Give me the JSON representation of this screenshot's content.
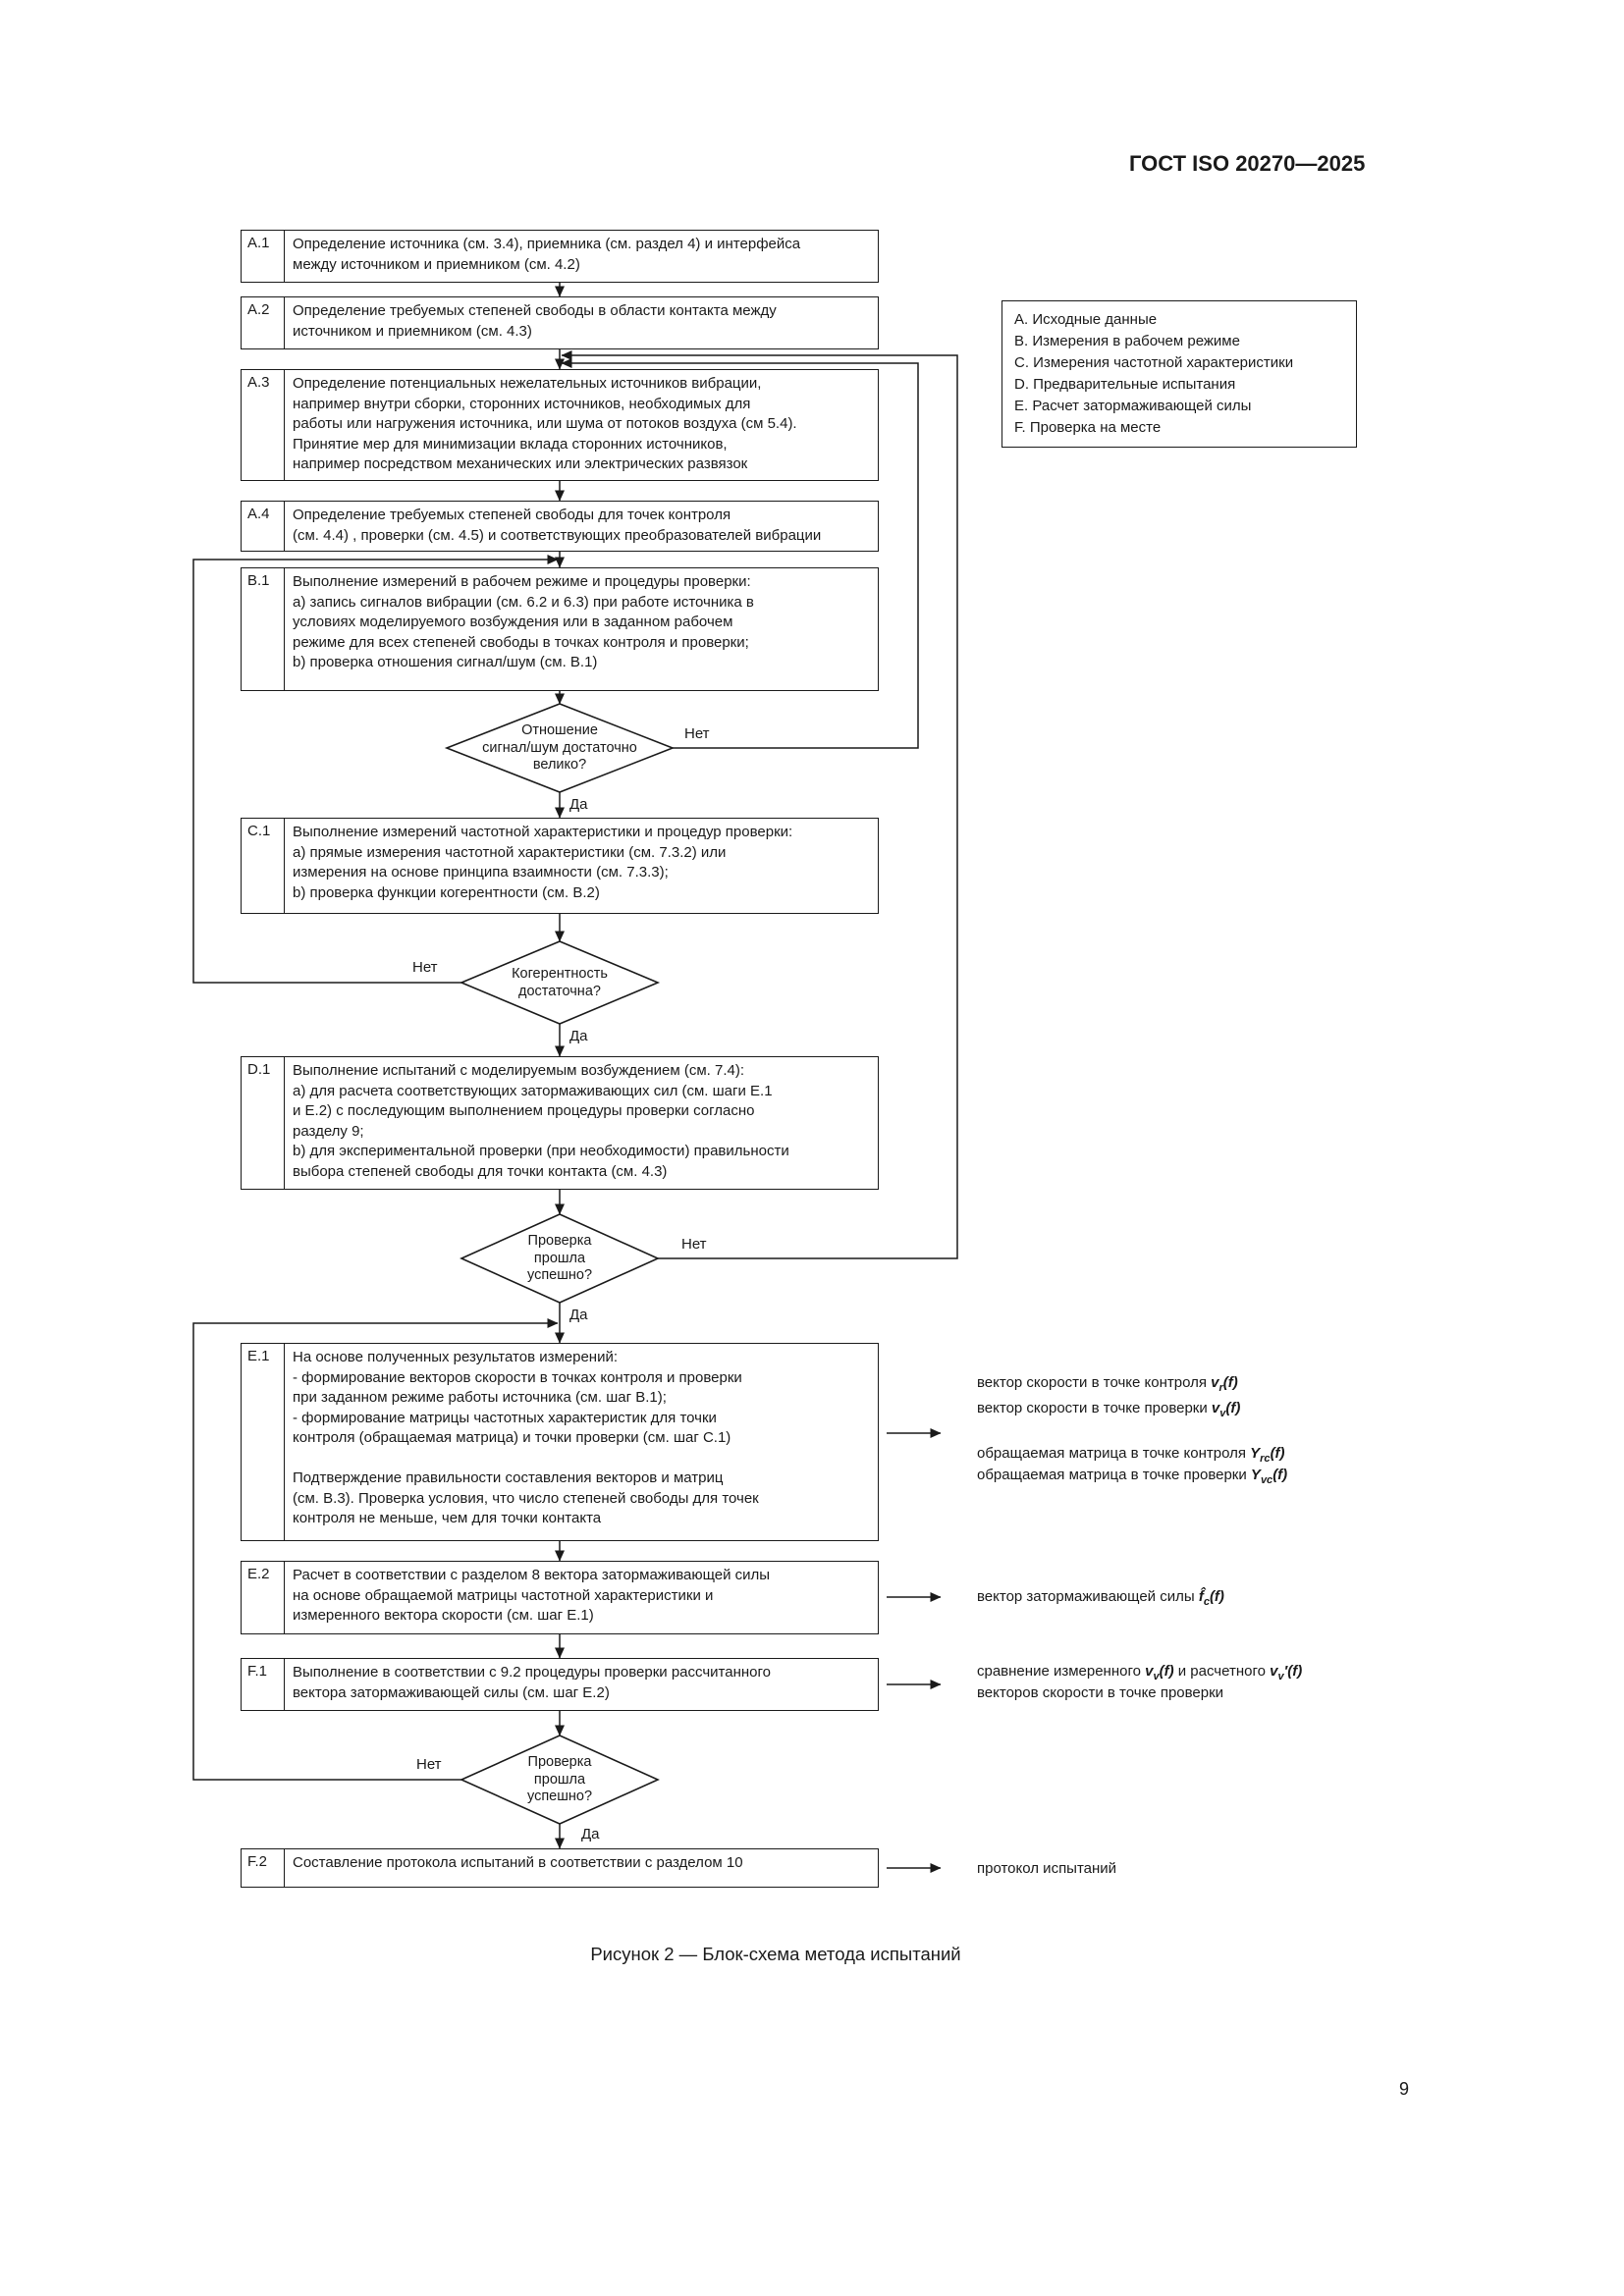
{
  "page": {
    "header": "ГОСТ ISO 20270—2025",
    "caption": "Рисунок 2 — Блок-схема метода испытаний",
    "number": "9"
  },
  "flow": {
    "a1": {
      "id": "A.1",
      "text": "Определение источника (см. 3.4), приемника (см. раздел 4) и интерфейса\nмежду источником и приемником (см. 4.2)"
    },
    "a2": {
      "id": "A.2",
      "text": "Определение требуемых степеней свободы в области контакта между\nисточником и приемником (см. 4.3)"
    },
    "a3": {
      "id": "A.3",
      "text": "Определение потенциальных нежелательных источников вибрации,\nнапример внутри сборки, сторонних источников, необходимых для\nработы или нагружения источника, или шума от потоков воздуха (см 5.4).\nПринятие мер для минимизации вклада сторонних источников,\nнапример посредством механических или электрических развязок"
    },
    "a4": {
      "id": "A.4",
      "text": "Определение требуемых степеней свободы для точек контроля\n(см. 4.4) , проверки (см. 4.5) и соответствующих преобразователей вибрации"
    },
    "b1": {
      "id": "B.1",
      "text": "Выполнение измерений в рабочем режиме и процедуры проверки:\na) запись сигналов вибрации (см. 6.2 и 6.3) при работе источника в\nусловиях моделируемого возбуждения или в заданном рабочем\nрежиме для всех степеней свободы в точках контроля и проверки;\nb) проверка отношения сигнал/шум (см. В.1)"
    },
    "c1": {
      "id": "C.1",
      "text": "Выполнение измерений частотной характеристики и процедур проверки:\na) прямые измерения частотной характеристики (см. 7.3.2) или\nизмерения на основе принципа взаимности (см. 7.3.3);\nb) проверка функции когерентности (см. В.2)"
    },
    "d1": {
      "id": "D.1",
      "text": "Выполнение испытаний с моделируемым возбуждением (см. 7.4):\na) для расчета соответствующих затормаживающих сил (см. шаги Е.1\nи Е.2) с последующим выполнением процедуры проверки согласно\nразделу 9;\nb) для экспериментальной проверки (при необходимости) правильности\nвыбора степеней свободы для точки контакта (см. 4.3)"
    },
    "e1": {
      "id": "E.1",
      "text": "На основе полученных результатов измерений:\n- формирование векторов скорости в точках контроля и проверки\nпри заданном режиме работы источника (см. шаг В.1);\n- формирование матрицы частотных характеристик для точки\nконтроля (обращаемая матрица) и точки проверки (см. шаг С.1)\n\nПодтверждение правильности составления векторов и матриц\n(см. В.3). Проверка условия, что число степеней свободы для точек\nконтроля не меньше, чем для точки контакта"
    },
    "e2": {
      "id": "E.2",
      "text": "Расчет в соответствии с разделом 8 вектора затормаживающей силы\nна основе обращаемой матрицы частотной характеристики и\nизмеренного вектора скорости (см. шаг Е.1)"
    },
    "f1": {
      "id": "F.1",
      "text": "Выполнение в соответствии с 9.2 процедуры проверки рассчитанного\nвектора затормаживающей силы (см. шаг Е.2)"
    },
    "f2": {
      "id": "F.2",
      "text": "Составление протокола испытаний в соответствии с разделом 10"
    }
  },
  "decisions": {
    "dec1": {
      "text": "Отношение\nсигнал/шум достаточно\nвелико?",
      "yes": "Да",
      "no": "Нет"
    },
    "dec2": {
      "text": "Когерентность\nдостаточна?",
      "yes": "Да",
      "no": "Нет"
    },
    "dec3": {
      "text": "Проверка\nпрошла\nуспешно?",
      "yes": "Да",
      "no": "Нет"
    },
    "dec4": {
      "text": "Проверка\nпрошла\nуспешно?",
      "yes": "Да",
      "no": "Нет"
    }
  },
  "legend": {
    "items": [
      "A. Исходные данные",
      "B. Измерения в рабочем режиме",
      "C. Измерения частотной характеристики",
      "D. Предварительные испытания",
      "E. Расчет затормаживающей силы",
      "F. Проверка на месте"
    ]
  },
  "notes": {
    "n1a": {
      "pre": "вектор скорости в точке контроля ",
      "v": "v",
      "s": "r",
      "post": "(f)"
    },
    "n1b": {
      "pre": "вектор скорости в точке проверки ",
      "v": "v",
      "s": "v",
      "post": "(f)"
    },
    "n1c": {
      "pre": "обращаемая матрица в точке контроля ",
      "v": "Y",
      "s": "rc",
      "post": "(f)"
    },
    "n1d": {
      "pre": "обращаемая матрица в точке проверки ",
      "v": "Y",
      "s": "vc",
      "post": "(f)"
    },
    "n2": {
      "pre": "вектор затормаживающей силы ",
      "v": "f̂",
      "s": "c",
      "post": "(f)"
    },
    "n3a": {
      "pre": "сравнение измеренного ",
      "v1": "v",
      "s1": "v",
      "post1": "(f)",
      "mid": " и расчетного ",
      "v2": "v",
      "s2": "v",
      "p2": "′",
      "post2": "(f)"
    },
    "n3b": "векторов скорости в точке проверки",
    "n4": "протокол испытаний"
  }
}
